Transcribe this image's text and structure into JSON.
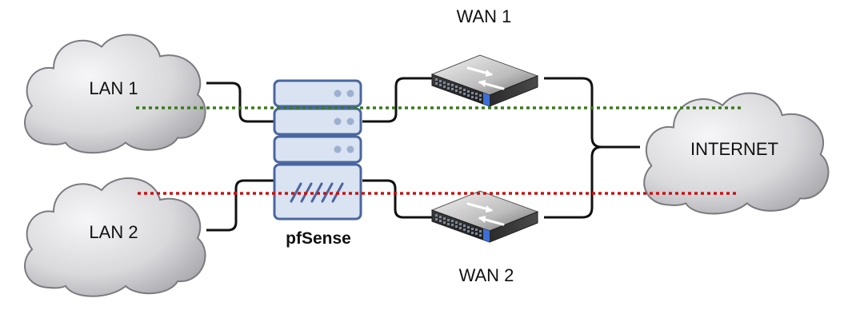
{
  "diagram": {
    "nodes": {
      "lan1": {
        "label": "LAN 1",
        "icon": "cloud-icon"
      },
      "lan2": {
        "label": "LAN 2",
        "icon": "cloud-icon"
      },
      "internet": {
        "label": "INTERNET",
        "icon": "cloud-icon"
      },
      "firewall": {
        "label": "pfSense",
        "icon": "server-firewall-icon"
      },
      "wan1": {
        "label": "WAN 1",
        "icon": "network-switch-icon"
      },
      "wan2": {
        "label": "WAN 2",
        "icon": "network-switch-icon"
      }
    },
    "colors": {
      "cloud_light": "#f4f4f6",
      "cloud_dark": "#a8a8ac",
      "server_fill": "#d9e3f2",
      "server_stroke": "#4a66a0",
      "cable": "#111111",
      "path_lan1": "#3b7a1e",
      "path_lan2": "#cc1111"
    }
  }
}
